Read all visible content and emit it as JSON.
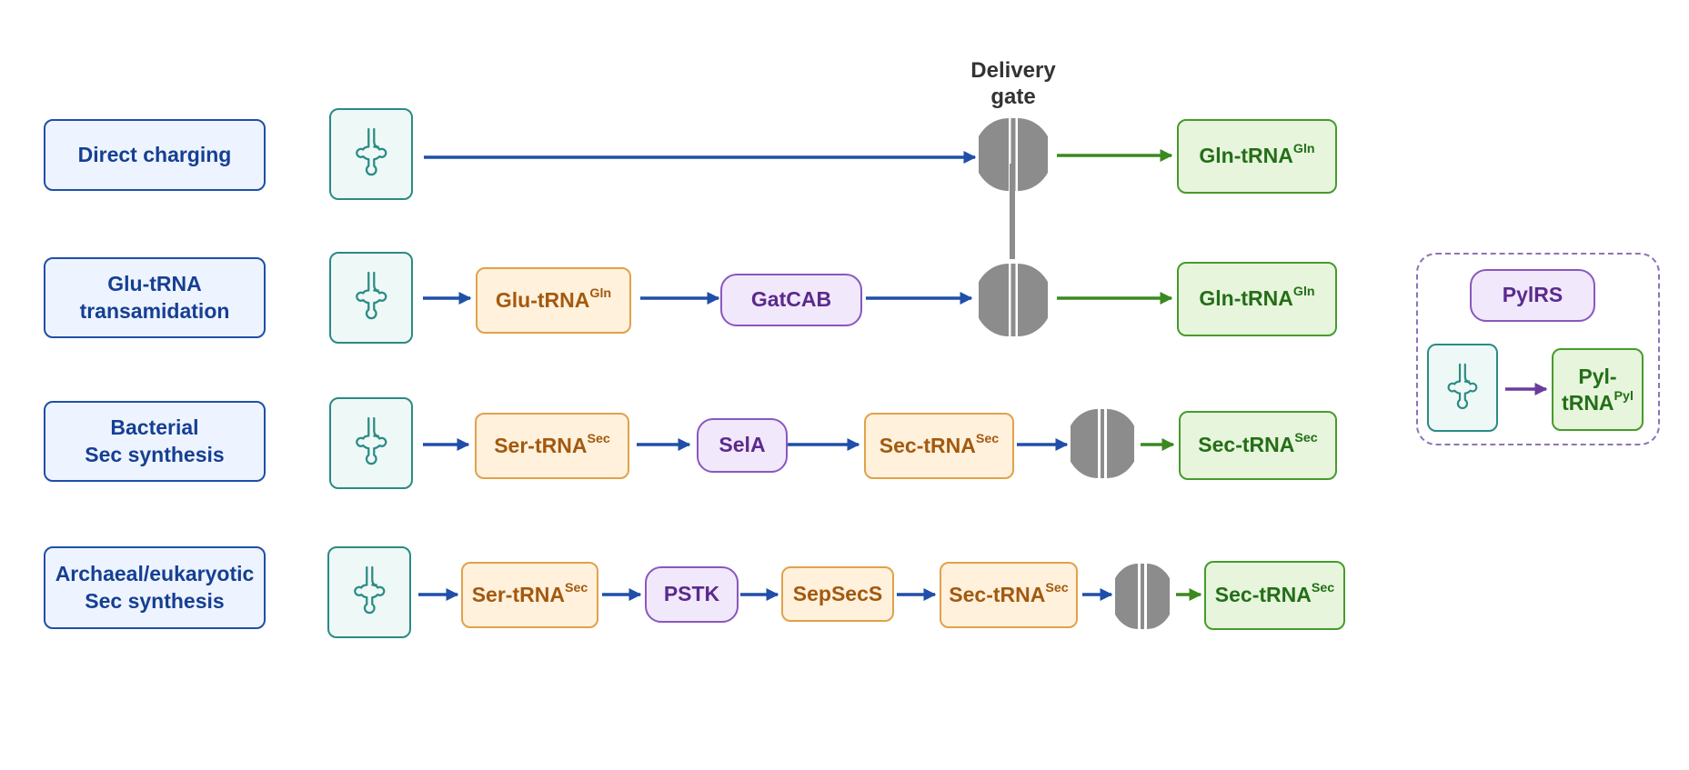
{
  "gate_caption": {
    "line1": "Delivery",
    "line2": "gate"
  },
  "pathways": {
    "direct": {
      "label": "Direct charging",
      "product": {
        "base": "Gln-tRNA",
        "sup": "Gln"
      }
    },
    "glu": {
      "label_line1": "Glu-tRNA",
      "label_line2": "transamidation",
      "intermediate": {
        "base": "Glu-tRNA",
        "sup": "Gln"
      },
      "enzyme": "GatCAB",
      "product": {
        "base": "Gln-tRNA",
        "sup": "Gln"
      }
    },
    "bacterial": {
      "label_line1": "Bacterial",
      "label_line2": "Sec synthesis",
      "intermediate1": {
        "base": "Ser-tRNA",
        "sup": "Sec"
      },
      "enzyme": "SelA",
      "intermediate2": {
        "base": "Sec-tRNA",
        "sup": "Sec"
      },
      "product": {
        "base": "Sec-tRNA",
        "sup": "Sec"
      }
    },
    "archaeal": {
      "label_line1": "Archaeal/eukaryotic",
      "label_line2": "Sec synthesis",
      "intermediate1": {
        "base": "Ser-tRNA",
        "sup": "Sec"
      },
      "enzyme1": "PSTK",
      "enzyme2": "SepSecS",
      "intermediate2": {
        "base": "Sec-tRNA",
        "sup": "Sec"
      },
      "product": {
        "base": "Sec-tRNA",
        "sup": "Sec"
      }
    }
  },
  "pyl": {
    "enzyme": "PylRS",
    "product_line1": "Pyl-",
    "product_line2": {
      "base": "tRNA",
      "sup": "Pyl"
    }
  },
  "colors": {
    "label_border": "#1f4fa8",
    "trna_border": "#2a8b84",
    "intermediate_border": "#e0a24a",
    "enzyme_border": "#8957be",
    "product_border": "#479b2c",
    "arrow_blue": "#1f4fa8",
    "arrow_green": "#3a8a21",
    "arrow_purple": "#6a3d9a",
    "gate_gray": "#8c8c8c"
  }
}
